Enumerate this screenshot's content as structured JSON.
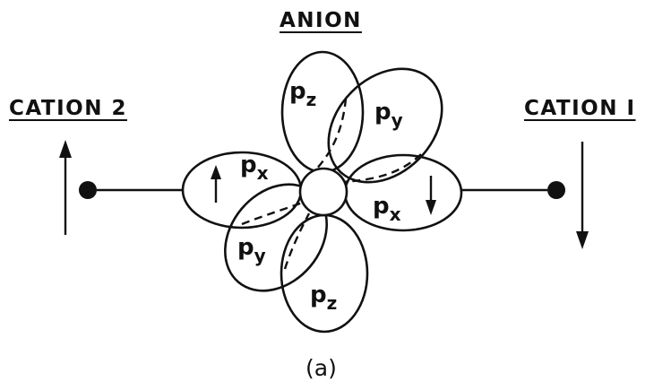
{
  "labels": {
    "anion": "ANION",
    "cation_2": "CATION 2",
    "cation_1": "CATION I",
    "caption": "(a)"
  },
  "orbitals": {
    "pz": {
      "main": "p",
      "sub": "z"
    },
    "py": {
      "main": "p",
      "sub": "y"
    },
    "px": {
      "main": "p",
      "sub": "x"
    }
  },
  "colors": {
    "ink": "#111111",
    "background": "#ffffff"
  }
}
